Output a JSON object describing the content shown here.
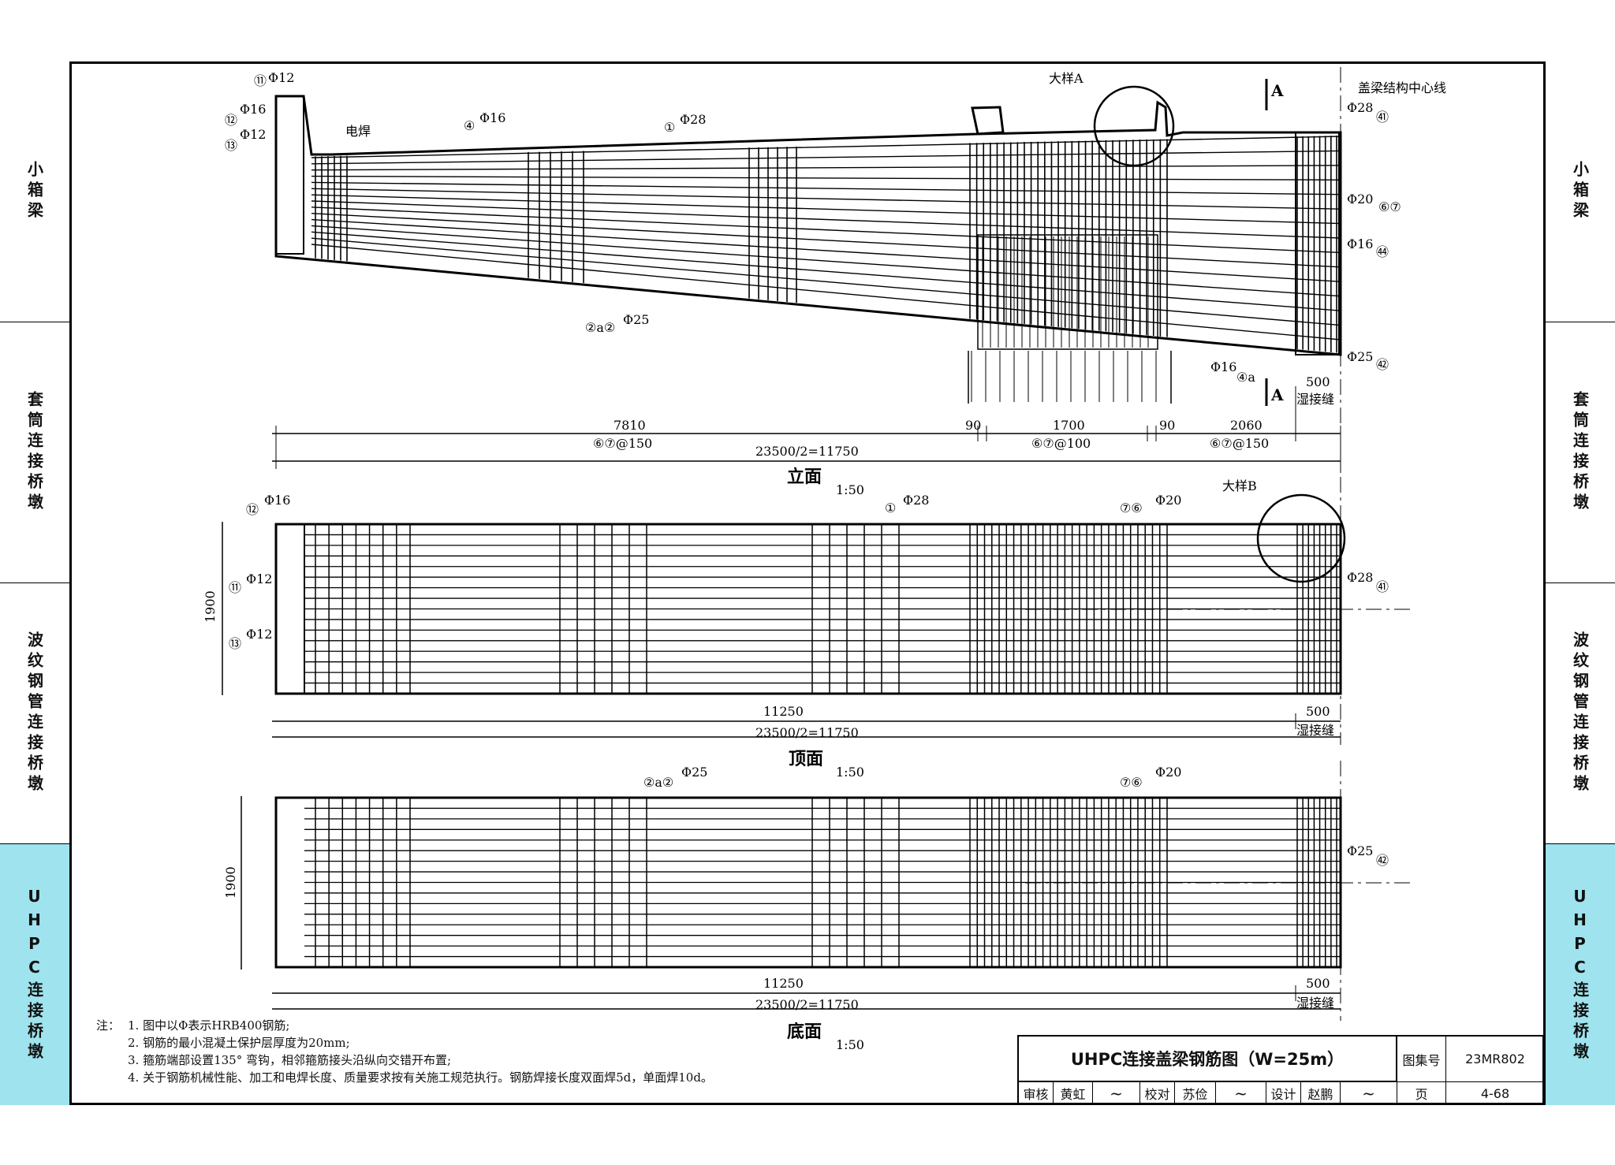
{
  "side_tabs": [
    "小箱梁",
    "套筒连接桥墩",
    "波纹钢管连接桥墩",
    "UHPC连接桥墩"
  ],
  "elevation": {
    "title": "立面",
    "scale": "1:50",
    "rebar_labels": {
      "r11": "⑪",
      "r11_bar": "Φ12",
      "r12": "⑫",
      "r12_bar": "Φ16",
      "r13": "⑬",
      "r13_bar": "Φ12",
      "weld": "电焊",
      "r4": "④",
      "r4_bar": "Φ16",
      "r1": "①",
      "r1_bar": "Φ28",
      "r2": "②a②",
      "r2_bar": "Φ25",
      "r4a": "Φ16",
      "r4a_num": "④a",
      "r41_bar": "Φ28",
      "r41": "㊶",
      "r67_bar": "Φ20",
      "r67": "⑥⑦",
      "r44_bar": "Φ16",
      "r44": "㊹",
      "r42_bar": "Φ25",
      "r42": "㊷"
    },
    "detail_a": "大样A",
    "section_mark": "A",
    "centerline": "盖梁结构中心线",
    "wet_joint": "湿接缝",
    "dims": {
      "d1": "7810",
      "d1_note": "⑥⑦@150",
      "d2a": "90",
      "d2": "1700",
      "d2b": "90",
      "d2_note": "⑥⑦@100",
      "d3": "2060",
      "d3_note": "⑥⑦@150",
      "total": "23500/2=11750",
      "joint": "500"
    }
  },
  "plan": {
    "title": "顶面",
    "scale": "1:50",
    "detail_b": "大样B",
    "r12": "⑫",
    "r12_bar": "Φ16",
    "r11": "⑪",
    "r11_bar": "Φ12",
    "r13": "⑬",
    "r13_bar": "Φ12",
    "r1": "①",
    "r1_bar": "Φ28",
    "r76": "⑦⑥",
    "r76_bar": "Φ20",
    "r41_bar": "Φ28",
    "r41": "㊶",
    "width": "1900",
    "main": "11250",
    "joint": "500",
    "total": "23500/2=11750",
    "wet_joint": "湿接缝"
  },
  "bottom": {
    "title": "底面",
    "scale": "1:50",
    "r2": "②a②",
    "r2_bar": "Φ25",
    "r76": "⑦⑥",
    "r76_bar": "Φ20",
    "r42_bar": "Φ25",
    "r42": "㊷",
    "width": "1900",
    "main": "11250",
    "joint": "500",
    "total": "23500/2=11750",
    "wet_joint": "湿接缝"
  },
  "notes": {
    "lead": "注：",
    "items": [
      "1. 图中以Φ表示HRB400钢筋;",
      "2. 钢筋的最小混凝土保护层厚度为20mm;",
      "3. 箍筋端部设置135° 弯钩，相邻箍筋接头沿纵向交错开布置;",
      "4. 关于钢筋机械性能、加工和电焊长度、质量要求按有关施工规范执行。钢筋焊接长度双面焊5d，单面焊10d。"
    ]
  },
  "title_block": {
    "title": "UHPC连接盖梁钢筋图（W=25m）",
    "atlas_label": "图集号",
    "atlas_no": "23MR802",
    "review_label": "审核",
    "reviewer": "黄虹",
    "check_label": "校对",
    "checker": "苏俭",
    "design_label": "设计",
    "designer": "赵鹏",
    "page_label": "页",
    "page_no": "4-68"
  }
}
